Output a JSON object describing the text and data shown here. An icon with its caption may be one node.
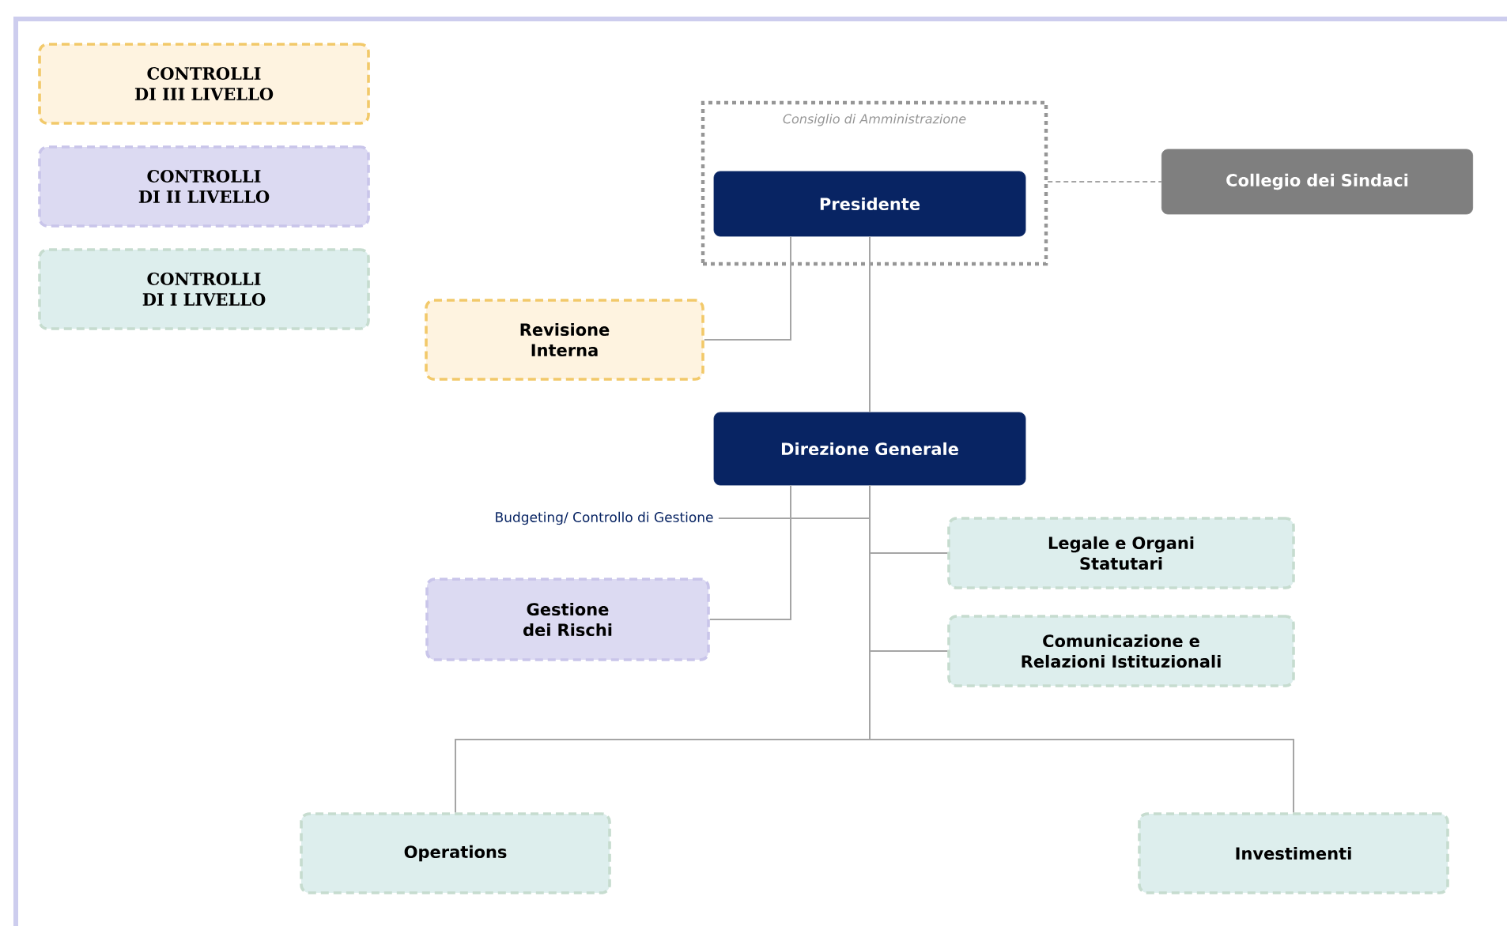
{
  "diagram": {
    "nodes": [
      {
        "text": [
          "Consiglio di Amministrazione"
        ]
      },
      {
        "text": [
          "Presidente"
        ],
        "in": 0
      },
      {
        "text": [
          "Collegio dei Sindaci"
        ]
      },
      {
        "text": [
          "Revisione Interna"
        ]
      },
      {
        "text": [
          "Direzione Generale"
        ]
      },
      {
        "text": [
          "Budgeting/ Controllo di Gestione"
        ]
      },
      {
        "text": [
          "Gestione dei Rischi"
        ]
      },
      {
        "text": [
          "Legale e Organi Statutari"
        ]
      },
      {
        "text": [
          "Comunicazione e Relazioni Istituzionali"
        ]
      },
      {
        "text": [
          "Operations"
        ]
      },
      {
        "text": [
          "Investimenti"
        ]
      }
    ],
    "edges": [
      {
        "from": 0,
        "to": 2,
        "arrow": "none",
        "style": "dashed"
      },
      {
        "from": 1,
        "to": 3,
        "arrow": "none"
      },
      {
        "from": 1,
        "to": 4,
        "arrow": "none"
      },
      {
        "from": 4,
        "to": 5,
        "arrow": "none"
      },
      {
        "from": 4,
        "to": 6,
        "arrow": "none"
      },
      {
        "from": 4,
        "to": 7,
        "arrow": "none"
      },
      {
        "from": 4,
        "to": 8,
        "arrow": "none"
      },
      {
        "from": 4,
        "to": 9,
        "arrow": "none"
      },
      {
        "from": 4,
        "to": 10,
        "arrow": "none"
      }
    ],
    "legend": [
      {
        "text": "CONTROLLI DI III LIVELLO",
        "color": "#fef3e0"
      },
      {
        "text": "CONTROLLI DI II LIVELLO",
        "color": "#dcdaf2"
      },
      {
        "text": "CONTROLLI DI I LIVELLO",
        "color": "#ddeeed"
      }
    ]
  }
}
